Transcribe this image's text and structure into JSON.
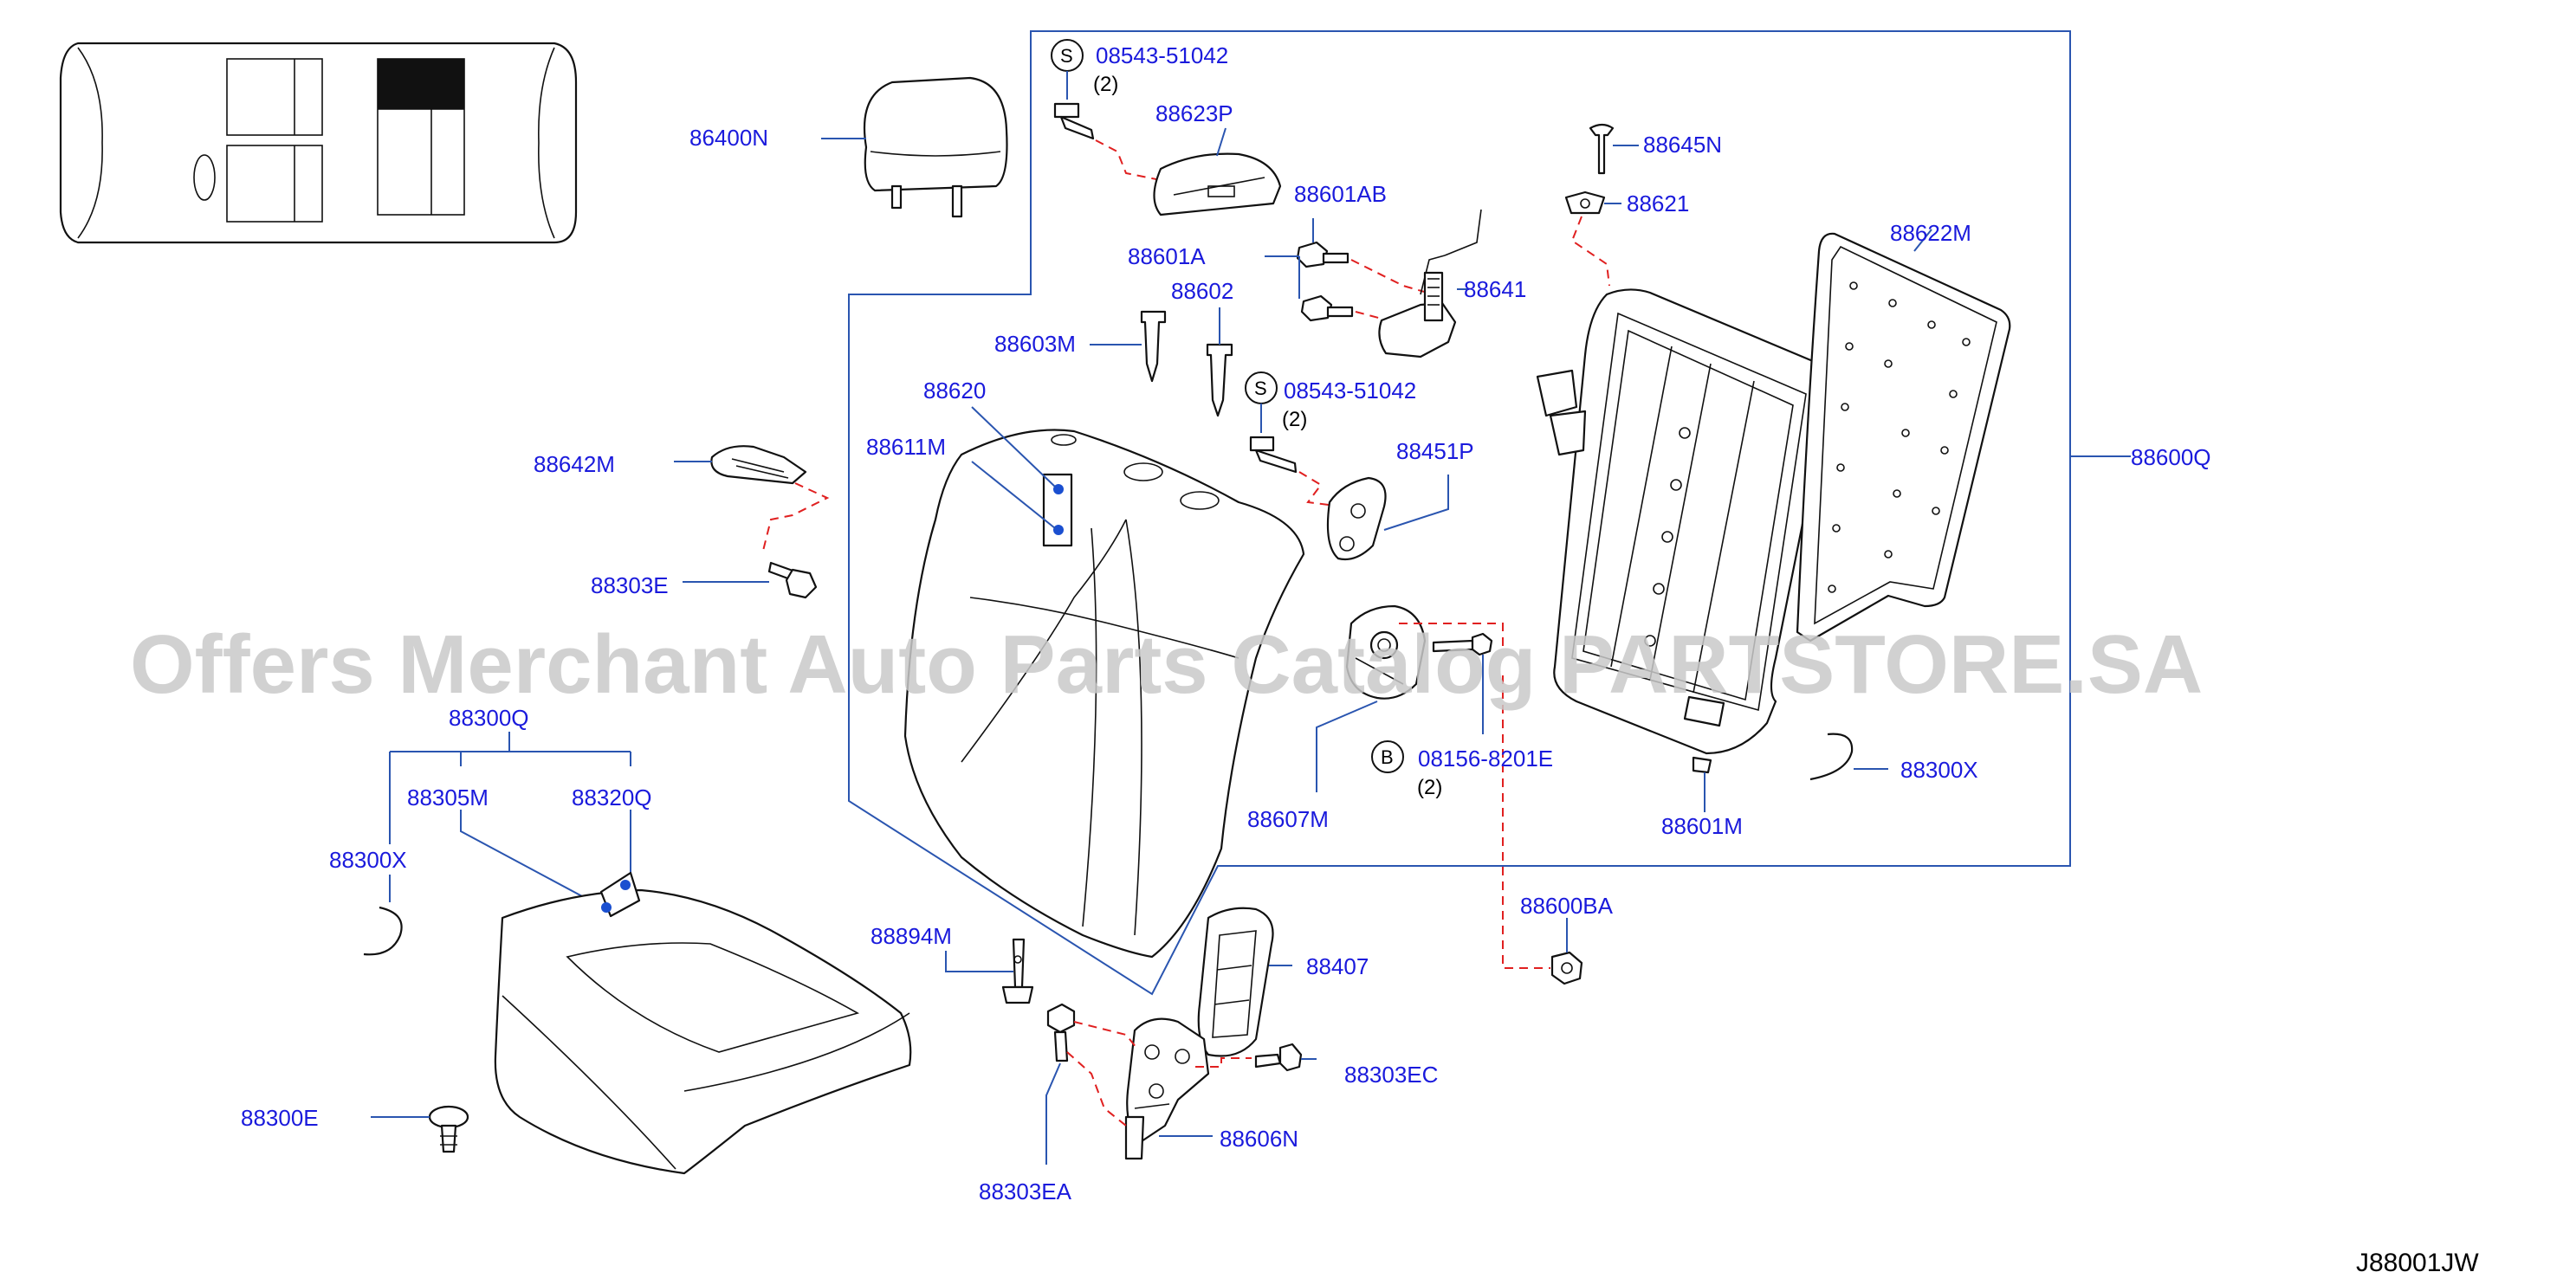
{
  "labels": {
    "l86400N": "86400N",
    "l08543_1": "08543-51042",
    "q08543_1": "(2)",
    "l88623P": "88623P",
    "l88645N": "88645N",
    "l88621": "88621",
    "l88601AB": "88601AB",
    "l88601A": "88601A",
    "l88641": "88641",
    "l88602": "88602",
    "l88603M": "88603M",
    "l88622M": "88622M",
    "l88620": "88620",
    "l08543_2": "08543-51042",
    "q08543_2": "(2)",
    "l88611M": "88611M",
    "l88642M": "88642M",
    "l88451P": "88451P",
    "l88600Q": "88600Q",
    "l88303E": "88303E",
    "l88300Q": "88300Q",
    "l88305M": "88305M",
    "l88320Q": "88320Q",
    "l88300X_left": "88300X",
    "l88607M": "88607M",
    "l08156": "08156-8201E",
    "q08156": "(2)",
    "l88601M": "88601M",
    "l88300X_right": "88300X",
    "l88600BA": "88600BA",
    "l88894M": "88894M",
    "l88407": "88407",
    "l88303EC": "88303EC",
    "l88606N": "88606N",
    "l88303EA": "88303EA",
    "l88300E": "88300E"
  },
  "symbols": {
    "s1": "S",
    "s2": "S",
    "b1": "B"
  },
  "watermark": "Offers Merchant Auto Parts Catalog PARTSTORE.SA",
  "diagram_code": "J88001JW",
  "colors": {
    "label": "#1a1adc",
    "leader": "#2a55b0",
    "dashed": "#e02020",
    "marker": "#1a4fd0"
  }
}
